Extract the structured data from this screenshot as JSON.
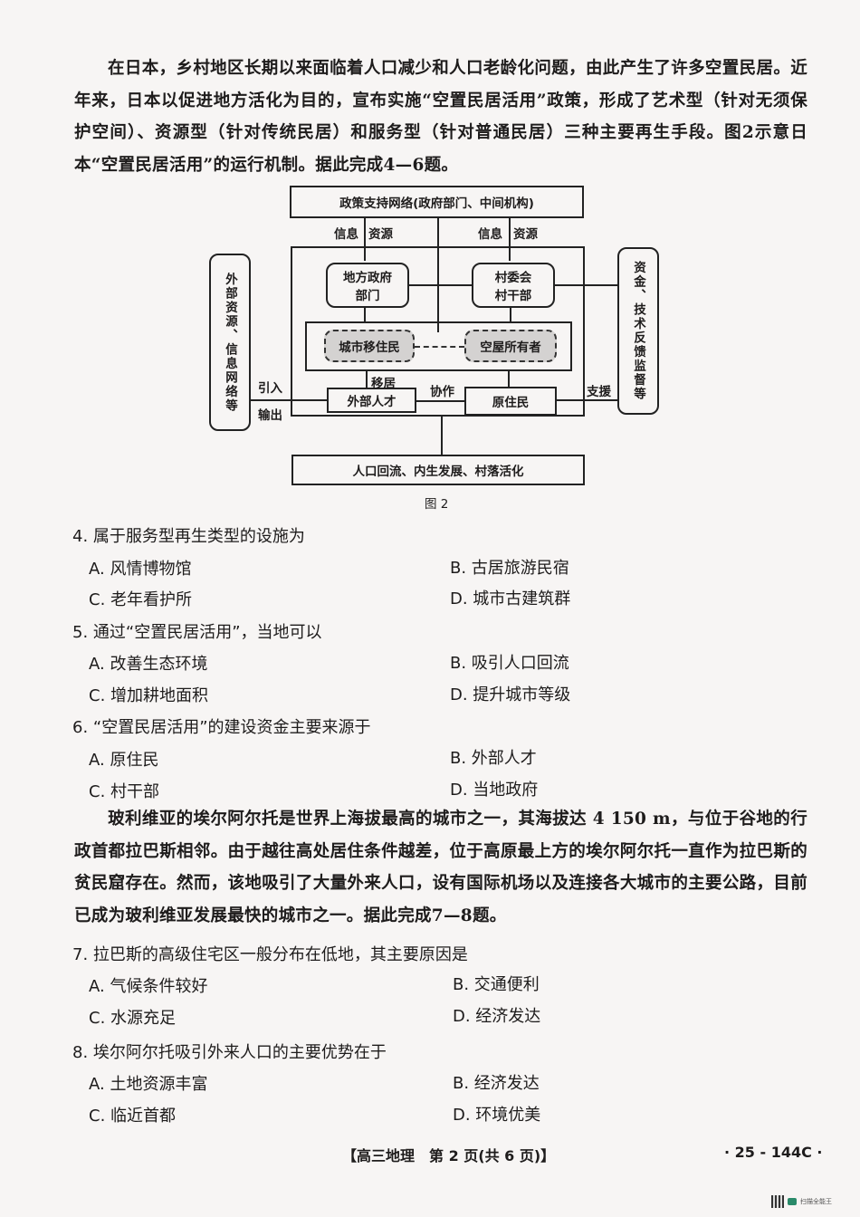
{
  "intro_passage_1": "在日本，乡村地区长期以来面临着人口减少和人口老龄化问题，由此产生了许多空置民居。近年来，日本以促进地方活化为目的，宣布实施“空置民居活用”政策，形成了艺术型（针对无须保护空间）、资源型（针对传统民居）和服务型（针对普通民居）三种主要再生手段。图2示意日本“空置民居活用”的运行机制。据此完成4—6题。",
  "figure": {
    "caption": "图 2",
    "top_box": "政策支持网络(政府部门、中间机构)",
    "left_info": "信息",
    "left_resource": "资源",
    "right_info": "信息",
    "right_resource": "资源",
    "local_gov": "地方政府部门",
    "village_committee": "村委会村干部",
    "urban_migrants": "城市移住民",
    "vacant_owners": "空屋所有者",
    "external_talent": "外部人才",
    "original_residents": "原住民",
    "relocate_label": "移居",
    "cooperate_label": "协作",
    "introduce_label": "引入",
    "output_label": "输出",
    "support_label": "支援",
    "left_side_box": "外部资源、信息网络等",
    "right_side_box": "资金、技术反馈监督等",
    "bottom_box": "人口回流、内生发展、村落活化"
  },
  "questions_group_1": [
    {
      "stem": "4. 属于服务型再生类型的设施为",
      "options": [
        "A. 风情博物馆",
        "B. 古居旅游民宿",
        "C. 老年看护所",
        "D. 城市古建筑群"
      ]
    },
    {
      "stem": "5. 通过“空置民居活用”，当地可以",
      "options": [
        "A. 改善生态环境",
        "B. 吸引人口回流",
        "C. 增加耕地面积",
        "D. 提升城市等级"
      ]
    },
    {
      "stem": "6. “空置民居活用”的建设资金主要来源于",
      "options": [
        "A. 原住民",
        "B. 外部人才",
        "C. 村干部",
        "D. 当地政府"
      ]
    }
  ],
  "intro_passage_2": "玻利维亚的埃尔阿尔托是世界上海拔最高的城市之一，其海拔达 4 150 m，与位于谷地的行政首都拉巴斯相邻。由于越往高处居住条件越差，位于高原最上方的埃尔阿尔托一直作为拉巴斯的贫民窟存在。然而，该地吸引了大量外来人口，设有国际机场以及连接各大城市的主要公路，目前已成为玻利维亚发展最快的城市之一。据此完成7—8题。",
  "questions_group_2": [
    {
      "stem": "7. 拉巴斯的高级住宅区一般分布在低地，其主要原因是",
      "options": [
        "A. 气候条件较好",
        "B. 交通便利",
        "C. 水源充足",
        "D. 经济发达"
      ]
    },
    {
      "stem": "8. 埃尔阿尔托吸引外来人口的主要优势在于",
      "options": [
        "A. 土地资源丰富",
        "B. 经济发达",
        "C. 临近首都",
        "D. 环境优美"
      ]
    }
  ],
  "footer": {
    "page_label": "【高三地理　第 2 页(共 6 页)】",
    "code": "· 25 - 144C ·",
    "scanner_watermark": "扫描全能王"
  }
}
